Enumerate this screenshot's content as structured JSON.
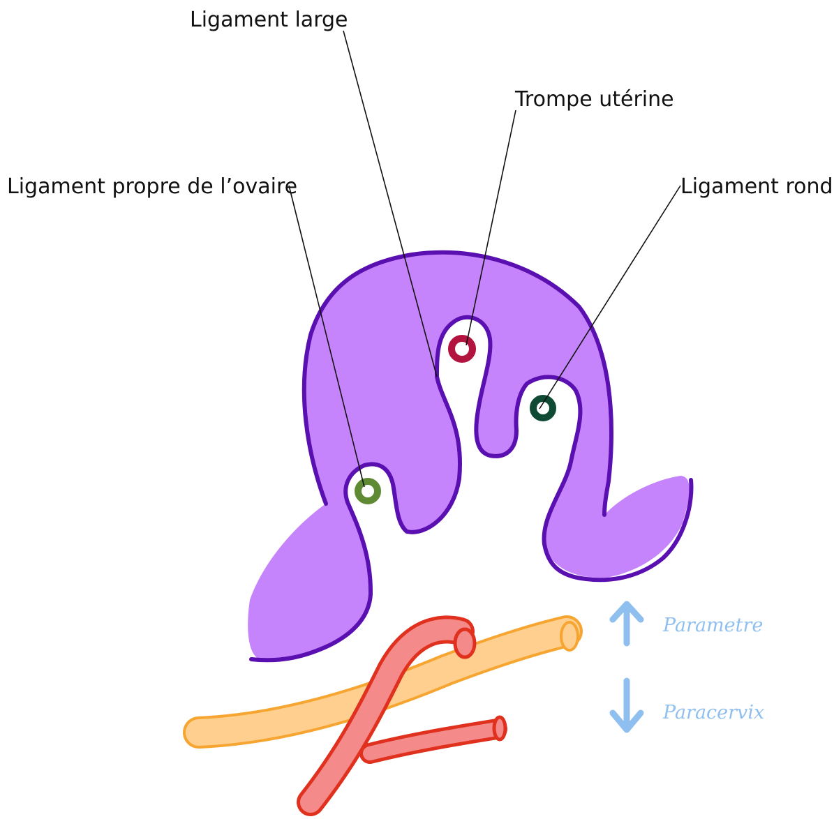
{
  "labels": {
    "ligament_large": "Ligament large",
    "trompe_uterine": "Trompe utérine",
    "ligament_propre": "Ligament propre de l’ovaire",
    "ligament_rond": "Ligament rond"
  },
  "annotations": {
    "parametre": "Parametre",
    "paracervix": "Paracervix"
  },
  "colors": {
    "ligament_fill": "#c584fc",
    "ligament_outline": "#5a0fb0",
    "trompe": "#b3133f",
    "ligament_rond": "#0f4a34",
    "ligament_propre": "#5e8a33",
    "artery_fill": "#f58a8a",
    "artery_outline": "#e0301e",
    "ureter_fill": "#ffcf8f",
    "ureter_outline": "#f6a531",
    "arrow": "#8fbfef"
  },
  "icons": [
    "arrow-up-icon",
    "arrow-down-icon"
  ]
}
